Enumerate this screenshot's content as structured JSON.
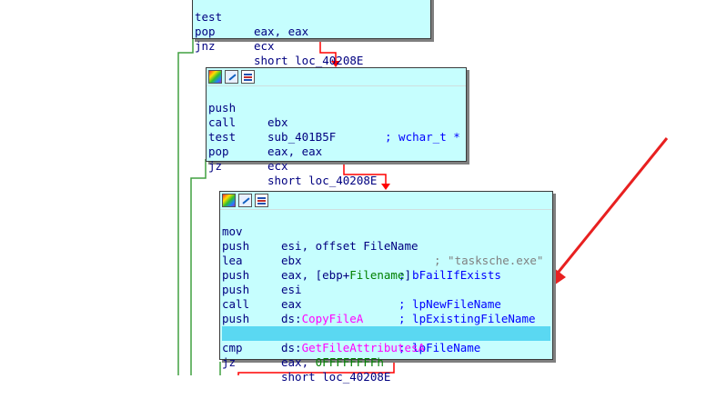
{
  "block0": {
    "lines": [
      {
        "mn": "test",
        "op": "eax, eax"
      },
      {
        "mn": "pop",
        "op": "ecx"
      },
      {
        "mn": "jnz",
        "op": "short loc_40208E"
      }
    ]
  },
  "block1": {
    "lines": [
      {
        "mn": "push",
        "op": "ebx",
        "cm": "; wchar_t *"
      },
      {
        "mn": "call",
        "op": "sub_401B5F",
        "cm": ""
      },
      {
        "mn": "test",
        "op": "eax, eax",
        "cm": ""
      },
      {
        "mn": "pop",
        "op": "ecx",
        "cm": ""
      },
      {
        "mn": "jz",
        "op": "short loc_40208E",
        "cm": ""
      }
    ]
  },
  "block2": {
    "lines": [
      {
        "mn": "mov",
        "op": "esi, offset FileName",
        "cm": "; \"tasksche.exe\""
      },
      {
        "mn": "push",
        "op": "ebx",
        "cm": "; bFailIfExists"
      },
      {
        "mn": "lea",
        "op_pre": "eax, [ebp+",
        "op_var": "Filename",
        "op_post": "]"
      },
      {
        "mn": "push",
        "op": "esi",
        "cm": "; lpNewFileName"
      },
      {
        "mn": "push",
        "op": "eax",
        "cm": "; lpExistingFileName"
      },
      {
        "mn": "call",
        "op_pre": "ds:",
        "op_api": "CopyFileA"
      },
      {
        "mn": "push",
        "op": "esi",
        "cm": "; lpFileName"
      },
      {
        "mn": "call",
        "op_pre": "ds:",
        "op_api": "GetFileAttributesA"
      },
      {
        "mn": "cmp",
        "op_pre": "eax, ",
        "op_num": "0FFFFFFFFh"
      },
      {
        "mn": "jz",
        "op": "short loc_40208E"
      }
    ]
  },
  "toolbar_icons": [
    "color-palette-icon",
    "edit-node-icon",
    "graph-view-icon"
  ],
  "colors": {
    "node_bg": "#c6fefe",
    "highlight": "#5ad8f2",
    "edge_false": "#ff0000",
    "edge_true": "#00a000",
    "annotation_arrow": "#e82020"
  }
}
